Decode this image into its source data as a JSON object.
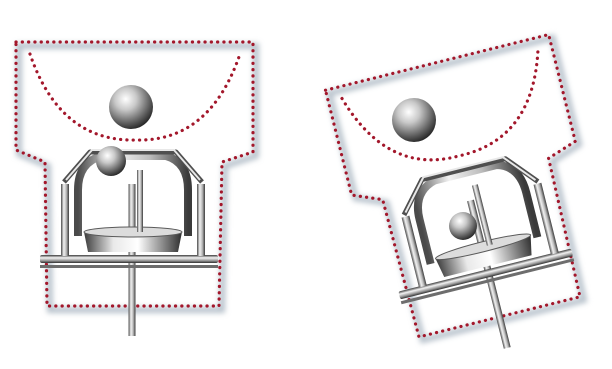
{
  "figures": [
    {
      "name": "upright-device",
      "tilt_deg": 0
    },
    {
      "name": "tilted-device",
      "tilt_deg": 14
    }
  ],
  "colors": {
    "background": "#ffffff",
    "outline_dots": "#a3172b",
    "outline_shadow": "#b8c2cc",
    "metal_dark": "#555555",
    "metal_light": "#f2f2f2"
  }
}
